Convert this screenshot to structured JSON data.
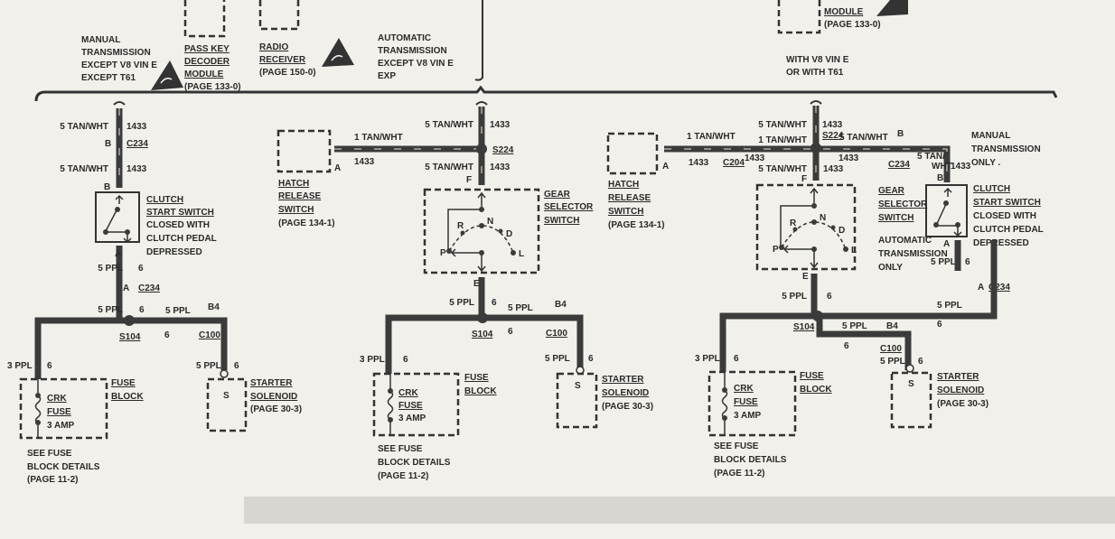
{
  "top": {
    "manual_label": [
      "MANUAL",
      "TRANSMISSION",
      "EXCEPT V8 VIN E",
      "EXCEPT T61"
    ],
    "pass_key": [
      "PASS KEY",
      "DECODER",
      "MODULE",
      "(PAGE 133-0)"
    ],
    "radio": [
      "RADIO",
      "RECEIVER",
      "(PAGE 150-0)"
    ],
    "auto_label": [
      "AUTOMATIC",
      "TRANSMISSION",
      "EXCEPT V8 VIN E",
      "EXP"
    ],
    "right_module": [
      "MODULE",
      "(PAGE 133-0)"
    ],
    "v8_label": [
      "WITH V8 VIN E",
      "OR WITH T61"
    ]
  },
  "left": {
    "w1": "5 TAN/WHT",
    "c1": "1433",
    "pinB": "B",
    "conn": "C234",
    "w2": "5 TAN/WHT",
    "c2": "1433",
    "pinB2": "B",
    "clutch": [
      "CLUTCH",
      "START SWITCH",
      "CLOSED WITH",
      "CLUTCH PEDAL",
      "DEPRESSED"
    ],
    "pinA": "A",
    "w3": "5 PPL",
    "c3": "6",
    "pinA2": "A",
    "conn2": "C234",
    "w4": "5 PPL",
    "c4": "6",
    "w5": "5 PPL",
    "b4": "B4",
    "splice": "S104",
    "c5": "6",
    "conn3": "C100",
    "w6": "3 PPL",
    "c6": "6",
    "w7": "5 PPL",
    "c7": "6",
    "fuse_block": [
      "FUSE",
      "BLOCK"
    ],
    "fuse": [
      "CRK",
      "FUSE",
      "3 AMP"
    ],
    "see": [
      "SEE FUSE",
      "BLOCK DETAILS",
      "(PAGE 11-2)"
    ],
    "s_pin": "S",
    "starter": [
      "STARTER",
      "SOLENOID",
      "(PAGE 30-3)"
    ]
  },
  "middle": {
    "hatch": [
      "HATCH",
      "RELEASE",
      "SWITCH",
      "(PAGE 134-1)"
    ],
    "pinA": "A",
    "w1": "1 TAN/WHT",
    "c1": "1433",
    "w2": "5 TAN/WHT",
    "c2": "1433",
    "splice": "S224",
    "w3": "5 TAN/WHT",
    "c3": "1433",
    "pinF": "F",
    "gear": [
      "GEAR",
      "SELECTOR",
      "SWITCH"
    ],
    "positions": [
      "P",
      "R",
      "N",
      "D",
      "L"
    ],
    "pinE": "E",
    "w4": "5 PPL",
    "c4": "6",
    "w5": "5 PPL",
    "b4": "B4",
    "splice2": "S104",
    "c5": "6",
    "conn": "C100",
    "w6": "3 PPL",
    "c6": "6",
    "w7": "5 PPL",
    "c7": "6",
    "fuse_block": [
      "FUSE",
      "BLOCK"
    ],
    "fuse": [
      "CRK",
      "FUSE",
      "3 AMP"
    ],
    "see": [
      "SEE FUSE",
      "BLOCK DETAILS",
      "(PAGE 11-2)"
    ],
    "s_pin": "S",
    "starter": [
      "STARTER",
      "SOLENOID",
      "(PAGE 30-3)"
    ]
  },
  "right": {
    "hatch": [
      "HATCH",
      "RELEASE",
      "SWITCH",
      "(PAGE 134-1)"
    ],
    "pinA": "A",
    "w1": "1 TAN/WHT",
    "c1": "1433",
    "conn1": "C204",
    "w2": "5 TAN/WHT",
    "w2b": "1 TAN/WHT",
    "c2": "1433",
    "c2b": "1433",
    "splice": "S224",
    "w3": "5 TAN/WHT",
    "c3": "1433",
    "pinF": "F",
    "w4": "5 TAN/WHT",
    "c4": "1433",
    "pinB": "B",
    "conn2": "C234",
    "w5": [
      "5 TAN/",
      "WHT"
    ],
    "c5": "1433",
    "pinB2": "B",
    "manual_only": [
      "MANUAL",
      "TRANSMISSION",
      "ONLY ."
    ],
    "clutch": [
      "CLUTCH",
      "START SWITCH",
      "CLOSED WITH",
      "CLUTCH PEDAL",
      "DEPRESSED"
    ],
    "pinA2": "A",
    "w6": "5 PPL",
    "c6": "6",
    "pinA3": "A",
    "conn3": "C234",
    "gear": [
      "GEAR",
      "SELECTOR",
      "SWITCH"
    ],
    "gear_note": [
      "AUTOMATIC",
      "TRANSMISSION",
      "ONLY"
    ],
    "positions": [
      "P",
      "R",
      "N",
      "D",
      "L"
    ],
    "pinE": "E",
    "w7": "5 PPL",
    "c7": "6",
    "w8": "5 PPL",
    "c8": "6",
    "splice2": "S104",
    "w9": "5 PPL",
    "b4": "B4",
    "c9": "6",
    "conn4": "C100",
    "w10": "5 PPL",
    "c10": "6",
    "w11": "3 PPL",
    "c11": "6",
    "fuse_block": [
      "FUSE",
      "BLOCK"
    ],
    "fuse": [
      "CRK",
      "FUSE",
      "3 AMP"
    ],
    "see": [
      "SEE FUSE",
      "BLOCK DETAILS",
      "(PAGE 11-2)"
    ],
    "s_pin": "S",
    "starter": [
      "STARTER",
      "SOLENOID",
      "(PAGE 30-3)"
    ]
  }
}
